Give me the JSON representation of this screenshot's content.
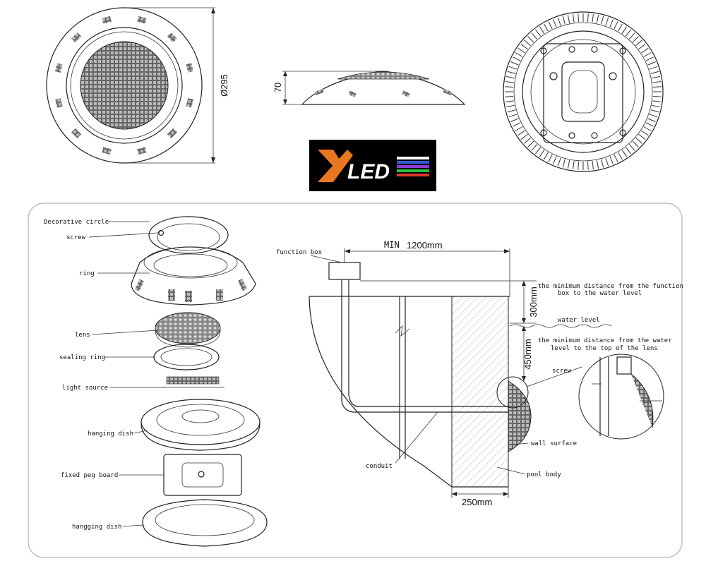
{
  "top_views": {
    "diameter_label": "Ø295",
    "height_label": "70"
  },
  "logo": {
    "text": "LED",
    "bg_color": "#000000",
    "accent_color": "#e87722",
    "stripe_colors": [
      "#ffffff",
      "#2f5bd6",
      "#8e3bd6",
      "#26c23a",
      "#e03a2c"
    ]
  },
  "exploded": {
    "labels": {
      "decorative_circle": "Decorative circle",
      "screw": "screw",
      "ring": "ring",
      "lens": "lens",
      "sealing_ring": "sealing ring",
      "light_source": "light source",
      "hanging_dish": "hanging dish",
      "fixed_peg_board": "fixed peg board",
      "hangging_dish": "hangging dish"
    }
  },
  "install": {
    "function_box": "function box",
    "min_label": "MIN",
    "min_distance": "1200mm",
    "dim_300": "300mm",
    "dim_450": "450mm",
    "dim_250": "250mm",
    "note_function_box_1": "the minimum distance from the function",
    "note_function_box_2": "box to the water level",
    "water_level": "water level",
    "note_lens_1": "the minimum distance from the water",
    "note_lens_2": "level to the top of the lens",
    "screw": "screw",
    "wall_surface": "wall surface",
    "conduit": "conduit",
    "pool_body": "pool body"
  }
}
